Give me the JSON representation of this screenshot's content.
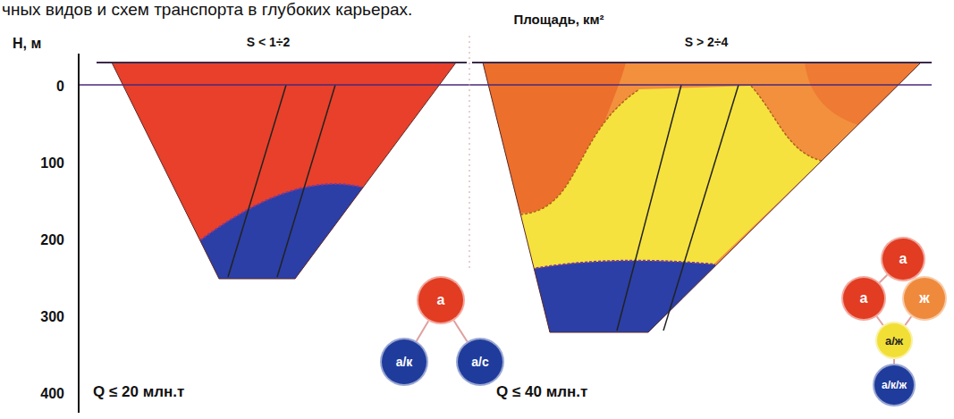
{
  "diagram": {
    "title": "чных видов и схем транспорта в глубоких карьерах.",
    "nodes": [
      {
        "text": [
          "а"
        ]
      },
      {
        "text": [
          "а/к"
        ]
      },
      {
        "text": [
          "а/с"
        ]
      },
      {
        "text": [
          "а"
        ]
      },
      {
        "text": [
          "а"
        ]
      },
      {
        "text": [
          "ж"
        ]
      },
      {
        "text": [
          "а/ж"
        ]
      },
      {
        "text": [
          "а/к/ж"
        ]
      }
    ],
    "edges": [
      {
        "from": 0,
        "to": 1,
        "arrow": "none"
      },
      {
        "from": 0,
        "to": 2,
        "arrow": "none"
      },
      {
        "from": 3,
        "to": 4,
        "arrow": "none"
      },
      {
        "from": 3,
        "to": 5,
        "arrow": "none"
      },
      {
        "from": 4,
        "to": 6,
        "arrow": "none"
      },
      {
        "from": 5,
        "to": 6,
        "arrow": "none"
      },
      {
        "from": 6,
        "to": 7,
        "arrow": "none"
      }
    ],
    "labels": [
      "Площадь, км²",
      "Н, м",
      "0",
      "100",
      "200",
      "300",
      "400",
      "S < 1÷2",
      "S > 2÷4",
      "Q ≤ 20 млн.т",
      "Q ≤ 40 млн.т"
    ]
  }
}
